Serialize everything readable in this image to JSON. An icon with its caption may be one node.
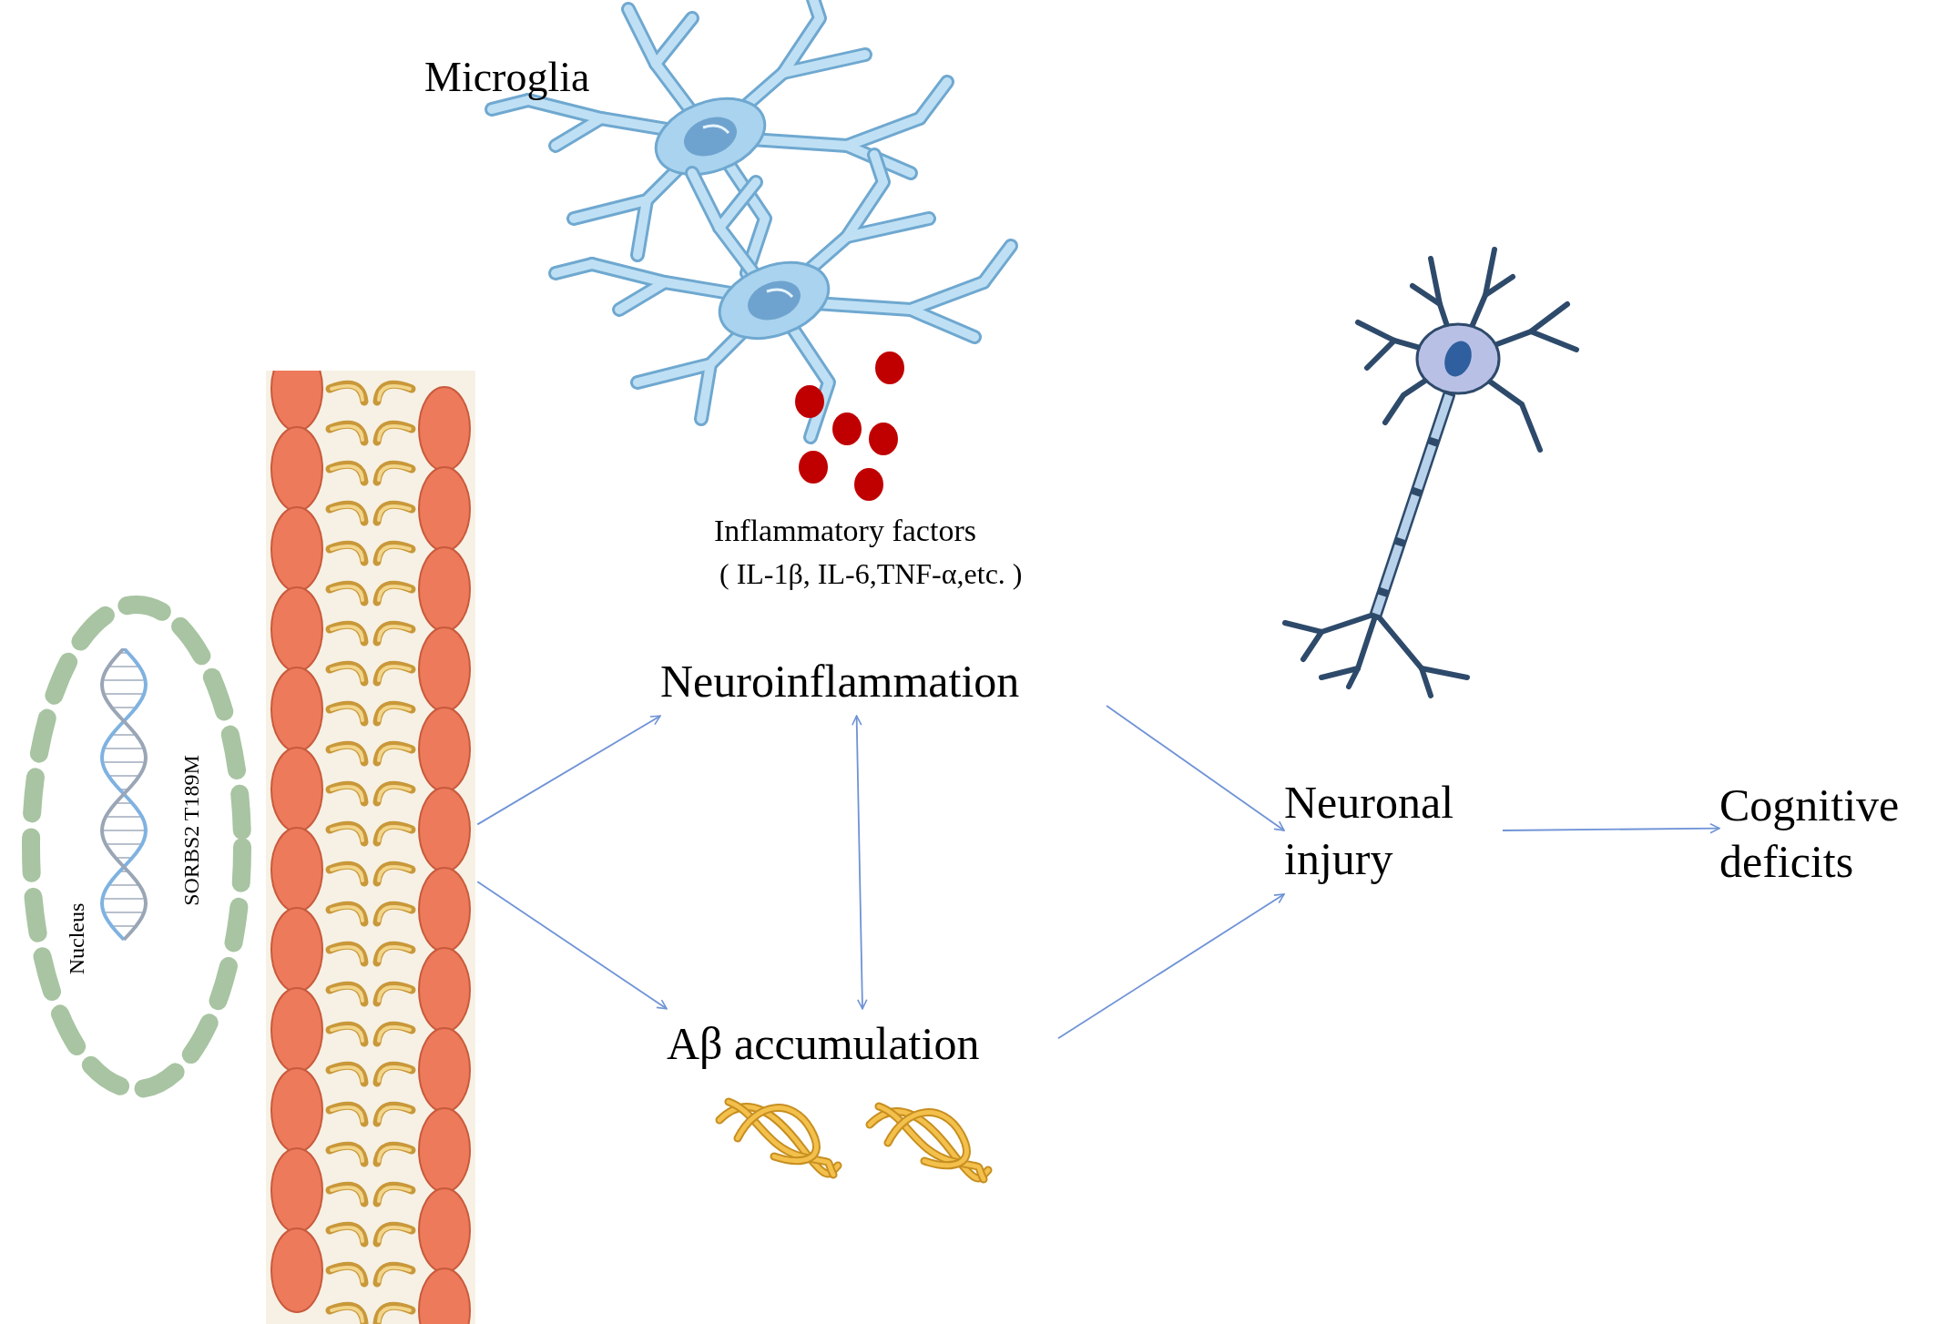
{
  "diagram": {
    "nodes": [
      {
        "text": [
          "Nucleus",
          "SORBS2 T189M"
        ]
      },
      {
        "text": [],
        "shape": "picture"
      },
      {
        "text": [
          "Neuroinflammation"
        ]
      },
      {
        "text": [
          "Aβ accumulation"
        ]
      },
      {
        "text": [
          "Neuronal injury"
        ]
      },
      {
        "text": [
          "Cognitive deficits"
        ]
      }
    ],
    "edges": [
      {
        "from": 1,
        "to": 2,
        "arrow": "to"
      },
      {
        "from": 1,
        "to": 3,
        "arrow": "to"
      },
      {
        "from": 2,
        "to": 3,
        "arrow": "both"
      },
      {
        "from": 2,
        "to": 4,
        "arrow": "to"
      },
      {
        "from": 3,
        "to": 4,
        "arrow": "to"
      },
      {
        "from": 4,
        "to": 5,
        "arrow": "to"
      }
    ],
    "labels": [
      "Microglia",
      "Inflammatory factors",
      "( IL-1β, IL-6,TNF-α,etc. )"
    ]
  }
}
